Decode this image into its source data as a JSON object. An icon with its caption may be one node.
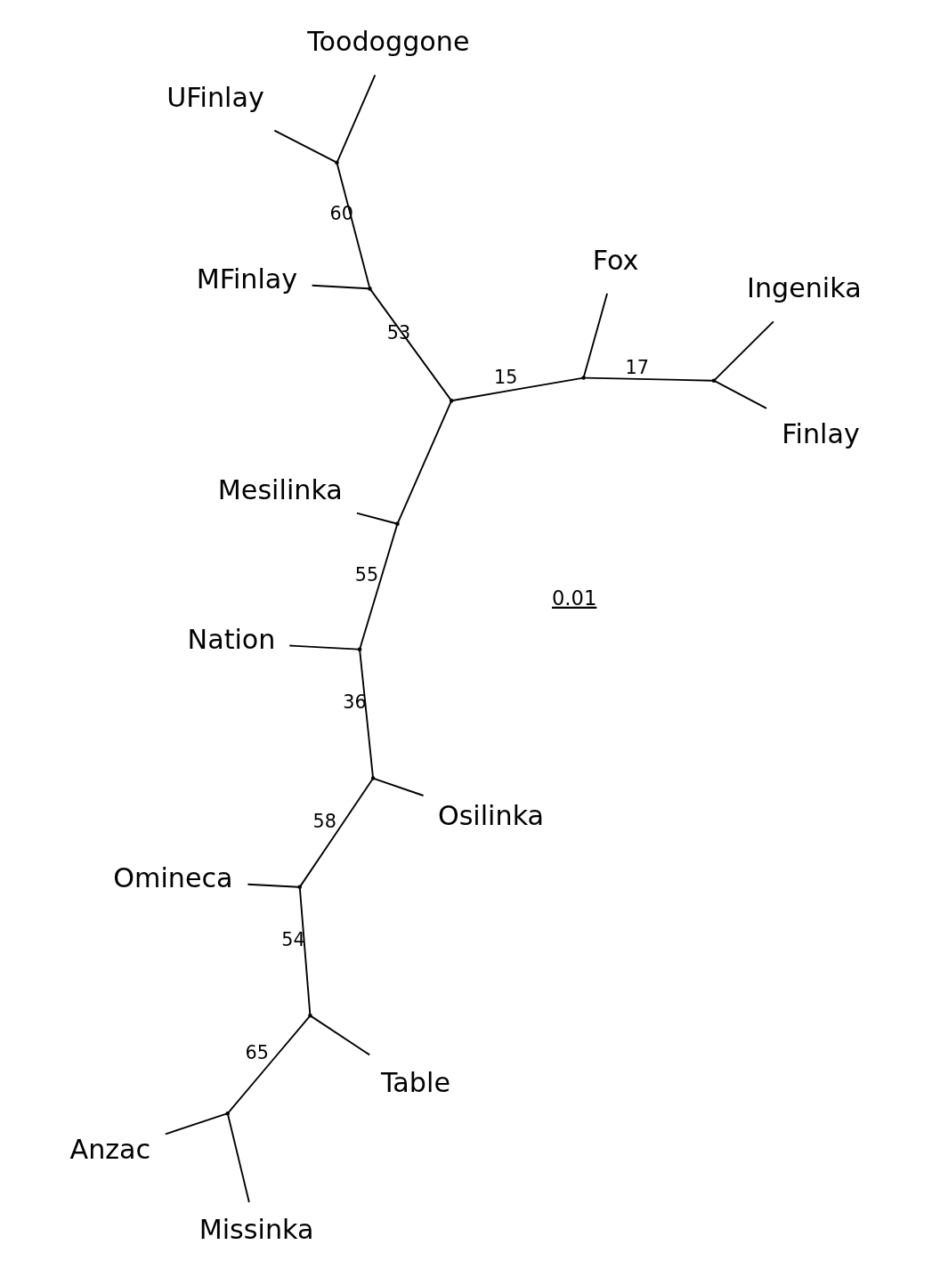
{
  "diagram": {
    "nodes": [
      {
        "text": [
          "Anzac"
        ]
      },
      {
        "text": [
          "Table"
        ]
      },
      {
        "text": [
          "Missinka"
        ]
      },
      {
        "text": [],
        "shape": "point"
      },
      {
        "text": [],
        "shape": "point"
      },
      {
        "text": [
          "Omineca"
        ]
      },
      {
        "text": [],
        "shape": "point"
      },
      {
        "text": [
          "Osilinka"
        ]
      },
      {
        "text": [
          "Nation"
        ]
      },
      {
        "text": [],
        "shape": "point"
      },
      {
        "text": [],
        "shape": "point"
      },
      {
        "text": [
          "Mesilinka"
        ]
      },
      {
        "text": [],
        "shape": "point"
      },
      {
        "text": [],
        "shape": "point"
      },
      {
        "text": [
          "Fox"
        ]
      },
      {
        "text": [],
        "shape": "point"
      },
      {
        "text": [
          "Finlay"
        ]
      },
      {
        "text": [],
        "shape": "point"
      },
      {
        "text": [
          "UFinlay"
        ]
      },
      {
        "text": [],
        "shape": "point"
      },
      {
        "text": [],
        "shape": "point"
      },
      {
        "text": [
          "MFinlay"
        ]
      },
      {
        "text": [
          "Ingenika"
        ]
      },
      {
        "text": [
          "Toodoggone"
        ]
      }
    ],
    "edges": [
      {
        "from": 3,
        "to": 0,
        "arrow": "none"
      },
      {
        "from": 3,
        "to": 2,
        "arrow": "none"
      },
      {
        "from": 4,
        "to": 3,
        "arrow": "none",
        "label": "65"
      },
      {
        "from": 4,
        "to": 1,
        "arrow": "none"
      },
      {
        "from": 6,
        "to": 4,
        "arrow": "none",
        "label": "54"
      },
      {
        "from": 6,
        "to": 5,
        "arrow": "none"
      },
      {
        "from": 9,
        "to": 6,
        "arrow": "none",
        "label": "58"
      },
      {
        "from": 9,
        "to": 7,
        "arrow": "none"
      },
      {
        "from": 10,
        "to": 9,
        "arrow": "none",
        "label": "36"
      },
      {
        "from": 10,
        "to": 8,
        "arrow": "none"
      },
      {
        "from": 12,
        "to": 10,
        "arrow": "none",
        "label": "55"
      },
      {
        "from": 12,
        "to": 11,
        "arrow": "none"
      },
      {
        "from": 13,
        "to": 12,
        "arrow": "none"
      },
      {
        "from": 13,
        "to": 15,
        "arrow": "none",
        "label": "15"
      },
      {
        "from": 15,
        "to": 14,
        "arrow": "none"
      },
      {
        "from": 15,
        "to": 17,
        "arrow": "none",
        "label": "17"
      },
      {
        "from": 17,
        "to": 16,
        "arrow": "none"
      },
      {
        "from": 17,
        "to": 22,
        "arrow": "none"
      },
      {
        "from": 13,
        "to": 20,
        "arrow": "none",
        "label": "53"
      },
      {
        "from": 20,
        "to": 21,
        "arrow": "none"
      },
      {
        "from": 20,
        "to": 19,
        "arrow": "none",
        "label": "60"
      },
      {
        "from": 19,
        "to": 18,
        "arrow": "none"
      },
      {
        "from": 19,
        "to": 23,
        "arrow": "none"
      }
    ],
    "labels": [
      "0.01"
    ]
  }
}
